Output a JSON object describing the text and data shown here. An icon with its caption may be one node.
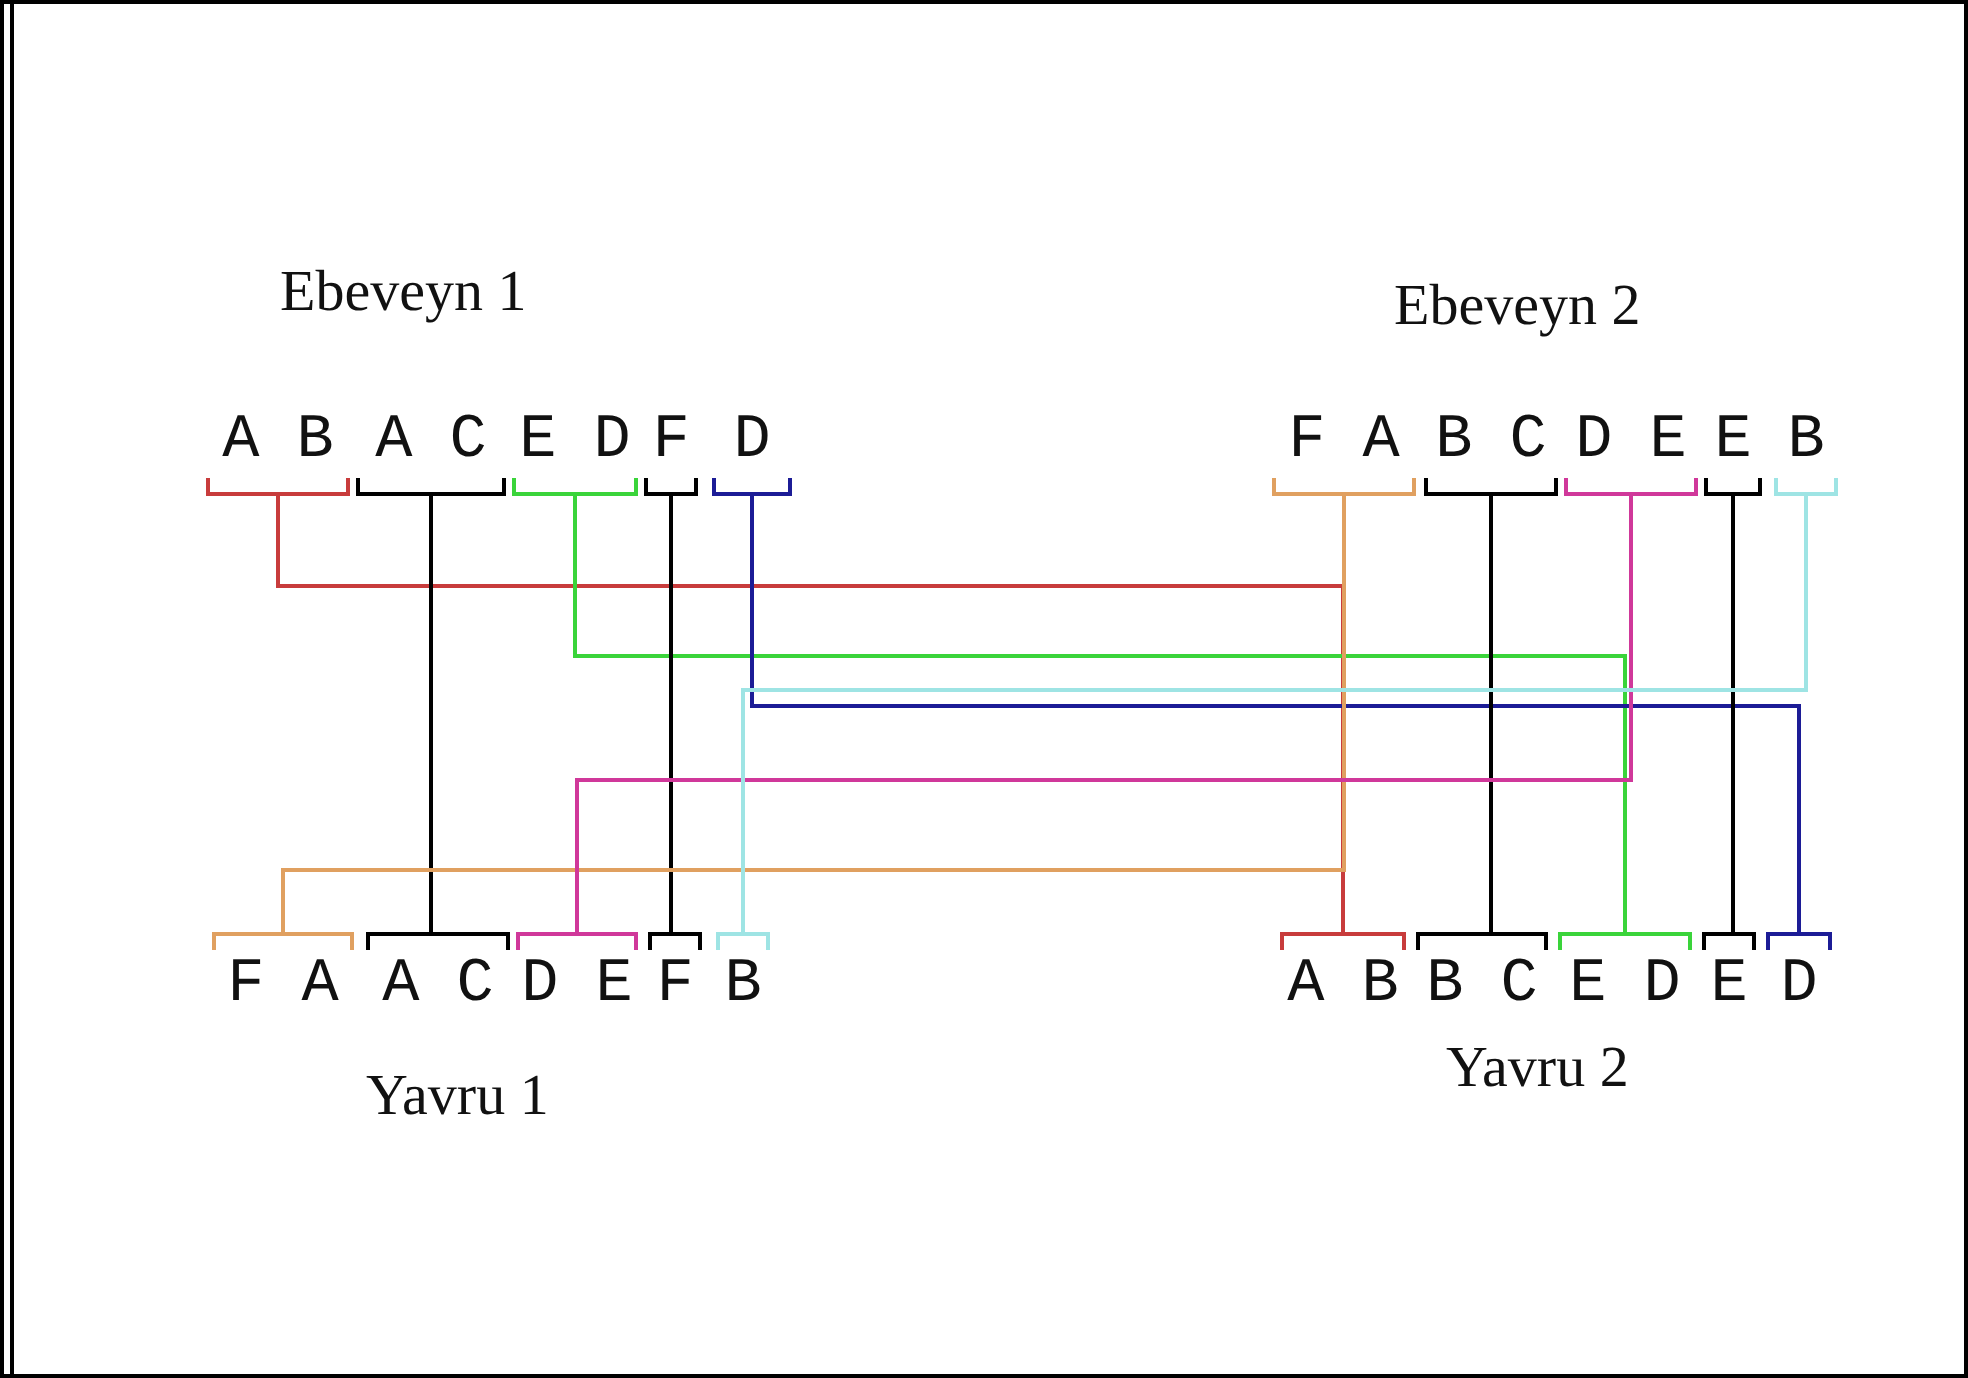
{
  "diagram": {
    "nodes": [
      {
        "text": [
          "A B"
        ]
      },
      {
        "text": [
          "A C"
        ]
      },
      {
        "text": [
          "E D"
        ]
      },
      {
        "text": [
          "F"
        ]
      },
      {
        "text": [
          "D"
        ]
      },
      {
        "text": [
          "F A"
        ]
      },
      {
        "text": [
          "B C"
        ]
      },
      {
        "text": [
          "D E"
        ]
      },
      {
        "text": [
          "E"
        ]
      },
      {
        "text": [
          "B"
        ]
      },
      {
        "text": [
          "F A"
        ]
      },
      {
        "text": [
          "A C"
        ]
      },
      {
        "text": [
          "D E"
        ]
      },
      {
        "text": [
          "F"
        ]
      },
      {
        "text": [
          "B"
        ]
      },
      {
        "text": [
          "A B"
        ]
      },
      {
        "text": [
          "B C"
        ]
      },
      {
        "text": [
          "E D"
        ]
      },
      {
        "text": [
          "E"
        ]
      },
      {
        "text": [
          "D"
        ]
      }
    ],
    "edges": [
      {
        "from": 0,
        "to": 15,
        "arrow": "none",
        "color": "#c83c3c"
      },
      {
        "from": 1,
        "to": 11,
        "arrow": "none"
      },
      {
        "from": 2,
        "to": 17,
        "arrow": "none",
        "color": "#3ad43a"
      },
      {
        "from": 3,
        "to": 13,
        "arrow": "none"
      },
      {
        "from": 4,
        "to": 19,
        "arrow": "none",
        "color": "#1c1c96"
      },
      {
        "from": 5,
        "to": 10,
        "arrow": "none",
        "color": "#e0a060"
      },
      {
        "from": 6,
        "to": 16,
        "arrow": "none"
      },
      {
        "from": 7,
        "to": 12,
        "arrow": "none",
        "color": "#d0389a"
      },
      {
        "from": 8,
        "to": 18,
        "arrow": "none"
      },
      {
        "from": 9,
        "to": 14,
        "arrow": "none",
        "color": "#9ee4e4"
      }
    ],
    "labels": [
      "Ebeveyn 1",
      "Ebeveyn 2",
      "Yavru 1",
      "Yavru 2"
    ]
  }
}
